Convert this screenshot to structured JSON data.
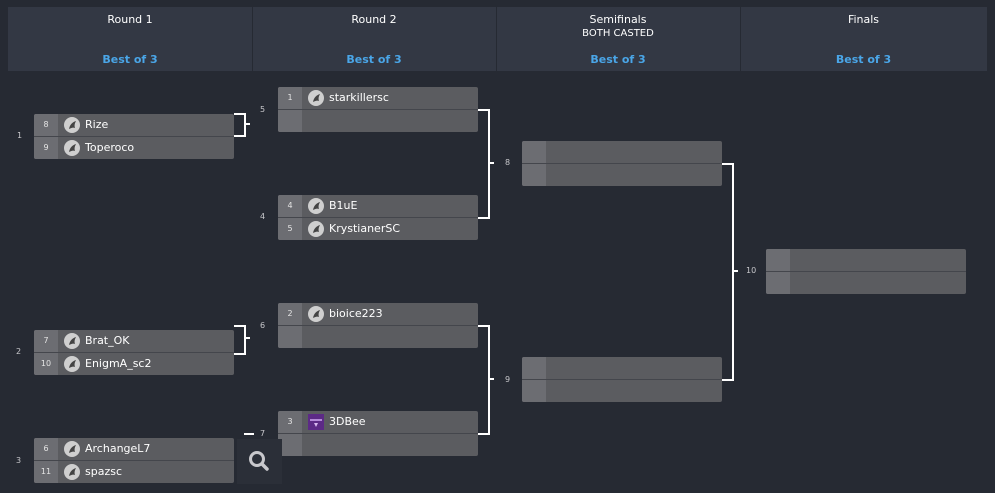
{
  "header": [
    {
      "title": "Round 1",
      "subtitle": "",
      "bestof": "Best of 3"
    },
    {
      "title": "Round 2",
      "subtitle": "",
      "bestof": "Best of 3"
    },
    {
      "title": "Semifinals",
      "subtitle": "BOTH CASTED",
      "bestof": "Best of 3"
    },
    {
      "title": "Finals",
      "subtitle": "",
      "bestof": "Best of 3"
    }
  ],
  "round1": [
    {
      "num": "1",
      "top": {
        "seed": "8",
        "name": "Rize",
        "icon": "zerg-icon"
      },
      "bot": {
        "seed": "9",
        "name": "Toperoco",
        "icon": "zerg-icon"
      }
    },
    {
      "num": "2",
      "top": {
        "seed": "7",
        "name": "Brat_OK",
        "icon": "zerg-icon"
      },
      "bot": {
        "seed": "10",
        "name": "EnigmA_sc2",
        "icon": "zerg-icon"
      }
    },
    {
      "num": "3",
      "top": {
        "seed": "6",
        "name": "ArchangeL7",
        "icon": "zerg-icon"
      },
      "bot": {
        "seed": "11",
        "name": "spazsc",
        "icon": "zerg-icon"
      }
    }
  ],
  "round2": [
    {
      "num": "5",
      "top": {
        "seed": "1",
        "name": "starkillersc",
        "icon": "zerg-icon"
      },
      "bot": {
        "seed": "",
        "name": ""
      }
    },
    {
      "num": "4",
      "top": {
        "seed": "4",
        "name": "B1uE",
        "icon": "zerg-icon"
      },
      "bot": {
        "seed": "5",
        "name": "KrystianerSC",
        "icon": "zerg-icon"
      }
    },
    {
      "num": "6",
      "top": {
        "seed": "2",
        "name": "bioice223",
        "icon": "zerg-icon"
      },
      "bot": {
        "seed": "",
        "name": ""
      }
    },
    {
      "num": "7",
      "top": {
        "seed": "3",
        "name": "3DBee",
        "icon": "team-logo"
      },
      "bot": {
        "seed": "",
        "name": ""
      }
    }
  ],
  "semis": [
    {
      "num": "8"
    },
    {
      "num": "9"
    }
  ],
  "finals": {
    "num": "10"
  },
  "search": {
    "icon": "search-icon"
  },
  "colors": {
    "accent": "#4aa6e8",
    "background": "#262a33",
    "header": "#333844",
    "match": "#5b5c60"
  }
}
